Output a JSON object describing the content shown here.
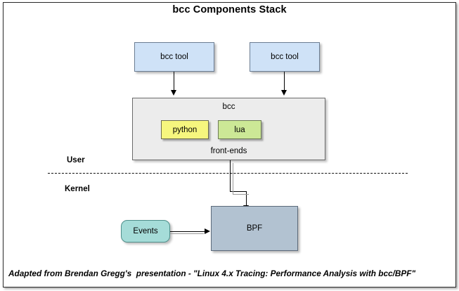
{
  "diagram": {
    "title": "bcc Components Stack",
    "footer": "Adapted from Brendan Gregg's  presentation - \"Linux 4.x Tracing: Performance Analysis with bcc/BPF\"",
    "zones": {
      "user": "User",
      "kernel": "Kernel"
    },
    "nodes": {
      "tool_left": "bcc tool",
      "tool_right": "bcc tool",
      "group_top": "bcc",
      "group_bottom": "front-ends",
      "python": "python",
      "lua": "lua",
      "bpf": "BPF",
      "events": "Events"
    },
    "colors": {
      "tool_fill": "#cfe2f7",
      "group_fill": "#ececec",
      "python_fill": "#f6f67e",
      "lua_fill": "#cce896",
      "bpf_fill": "#b2c2d1",
      "events_fill": "#a5dcd8",
      "stroke": "#545454",
      "text": "#000000",
      "canvas": "#ffffff"
    }
  }
}
